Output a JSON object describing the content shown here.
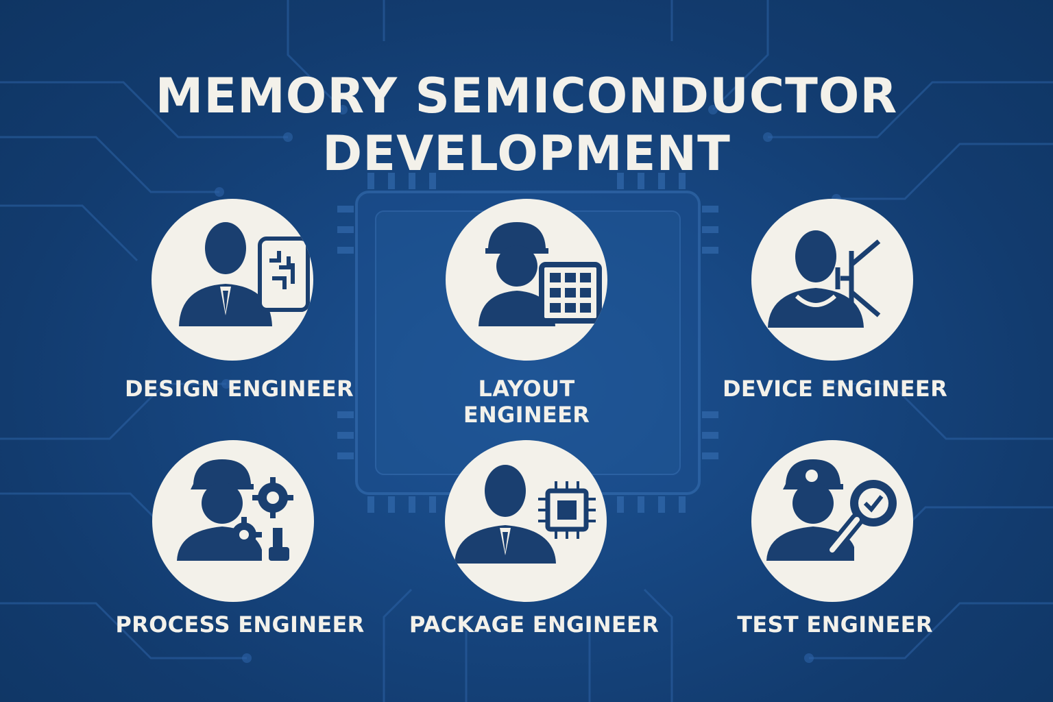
{
  "title": {
    "line1": "MEMORY SEMICONDUCTOR",
    "line2": "DEVELOPMENT"
  },
  "roles": [
    {
      "label": "DESIGN ENGINEER",
      "icon": "design-engineer-icon"
    },
    {
      "label_line1": "LAYOUT",
      "label_line2": "ENGINEER",
      "icon": "layout-engineer-icon"
    },
    {
      "label": "DEVICE ENGINEER",
      "icon": "device-engineer-icon"
    },
    {
      "label": "PROCESS ENGINEER",
      "icon": "process-engineer-icon"
    },
    {
      "label": "PACKAGE ENGINEER",
      "icon": "package-engineer-icon"
    },
    {
      "label": "TEST ENGINEER",
      "icon": "test-engineer-icon"
    }
  ],
  "colors": {
    "background": "#174782",
    "icon_fill": "#1a3f70",
    "circle": "#f3f1ea",
    "text": "#f3f1ea"
  }
}
